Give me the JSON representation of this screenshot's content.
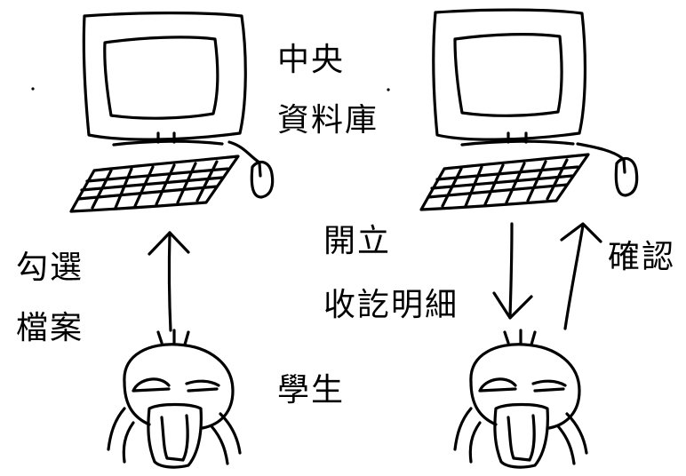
{
  "labels": {
    "database_line1": "中央",
    "database_line2": "資料庫",
    "select_line1": "勾選",
    "select_line2": "檔案",
    "issue_line1": "開立",
    "issue_line2": "收訖明細",
    "confirm": "確認",
    "student": "學生"
  }
}
